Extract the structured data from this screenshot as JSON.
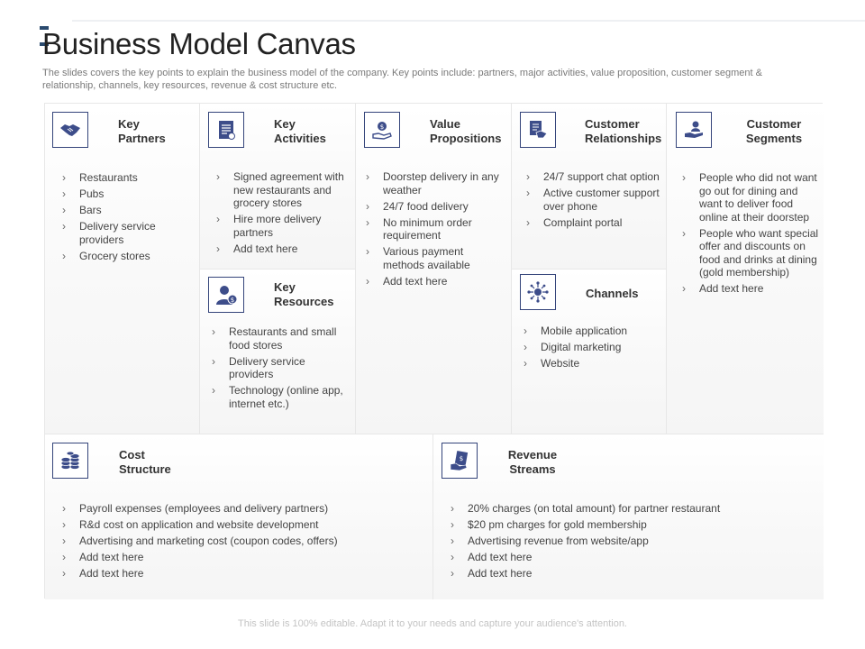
{
  "page": {
    "title": "Business Model Canvas",
    "subtitle": "The slides covers the key points to explain the business model of the company. Key points include: partners, major activities, value proposition, customer segment & relationship, channels, key resources, revenue & cost structure etc.",
    "footer": "This slide is 100% editable. Adapt it to your needs and capture your audience's attention."
  },
  "sections": {
    "key_partners": {
      "title": "Key\nPartners",
      "icon": "handshake-icon",
      "items": [
        "Restaurants",
        "Pubs",
        "Bars",
        "Delivery service providers",
        "Grocery stores"
      ]
    },
    "key_activities": {
      "title": "Key\nActivities",
      "icon": "document-icon",
      "items": [
        "Signed agreement with new restaurants and grocery stores",
        "Hire more delivery partners",
        "Add text here"
      ]
    },
    "key_resources": {
      "title": "Key\nResources",
      "icon": "person-dollar-icon",
      "items": [
        "Restaurants and small food stores",
        "Delivery service providers",
        "Technology (online app, internet etc.)"
      ]
    },
    "value_propositions": {
      "title": "Value\nPropositions",
      "icon": "hand-coin-icon",
      "items": [
        "Doorstep delivery in any weather",
        "24/7 food delivery",
        "No minimum order requirement",
        "Various payment methods available",
        "Add text here"
      ]
    },
    "customer_relationships": {
      "title": "Customer\nRelationships",
      "icon": "relationship-icon",
      "items": [
        "24/7 support chat option",
        "Active customer support over phone",
        "Complaint portal"
      ]
    },
    "channels": {
      "title": "Channels",
      "icon": "network-icon",
      "items": [
        "Mobile application",
        "Digital marketing",
        "Website"
      ]
    },
    "customer_segments": {
      "title": "Customer\nSegments",
      "icon": "hand-person-icon",
      "items": [
        "People who did not want go out for dining and want to deliver food online at their doorstep",
        "People who want special offer and discounts on food and drinks at dining (gold membership)",
        "Add text here"
      ]
    },
    "cost_structure": {
      "title": "Cost\nStructure",
      "icon": "coins-icon",
      "items": [
        "Payroll expenses (employees and delivery partners)",
        "R&d cost on application and website development",
        "Advertising and marketing cost (coupon codes, offers)",
        "Add text here",
        "Add text here"
      ]
    },
    "revenue_streams": {
      "title": "Revenue\nStreams",
      "icon": "money-hand-icon",
      "items": [
        "20% charges (on total amount) for partner restaurant",
        "$20 pm charges for gold membership",
        "Advertising revenue from website/app",
        "Add text here",
        "Add text here"
      ]
    }
  },
  "colors": {
    "icon_stroke": "#34447a",
    "icon_fill": "#3d4d8a",
    "title": "#222222",
    "border": "#e7e7e7"
  }
}
